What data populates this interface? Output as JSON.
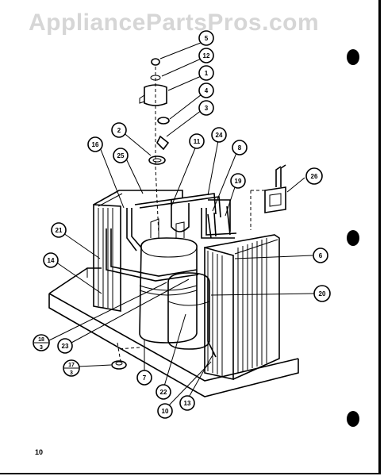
{
  "watermark": "AppliancePartsPros.com",
  "page_number": "10",
  "callouts": {
    "c5": "5",
    "c12": "12",
    "c1": "1",
    "c4": "4",
    "c3": "3",
    "c2": "2",
    "c16": "16",
    "c25": "25",
    "c11": "11",
    "c24": "24",
    "c8": "8",
    "c19": "19",
    "c26": "26",
    "c21": "21",
    "c14": "14",
    "c6": "6",
    "c20": "20",
    "c18_top": "18",
    "c18_bottom": "3",
    "c23": "23",
    "c17_top": "17",
    "c17_bottom": "3",
    "c7": "7",
    "c22": "22",
    "c10": "10",
    "c13": "13"
  }
}
